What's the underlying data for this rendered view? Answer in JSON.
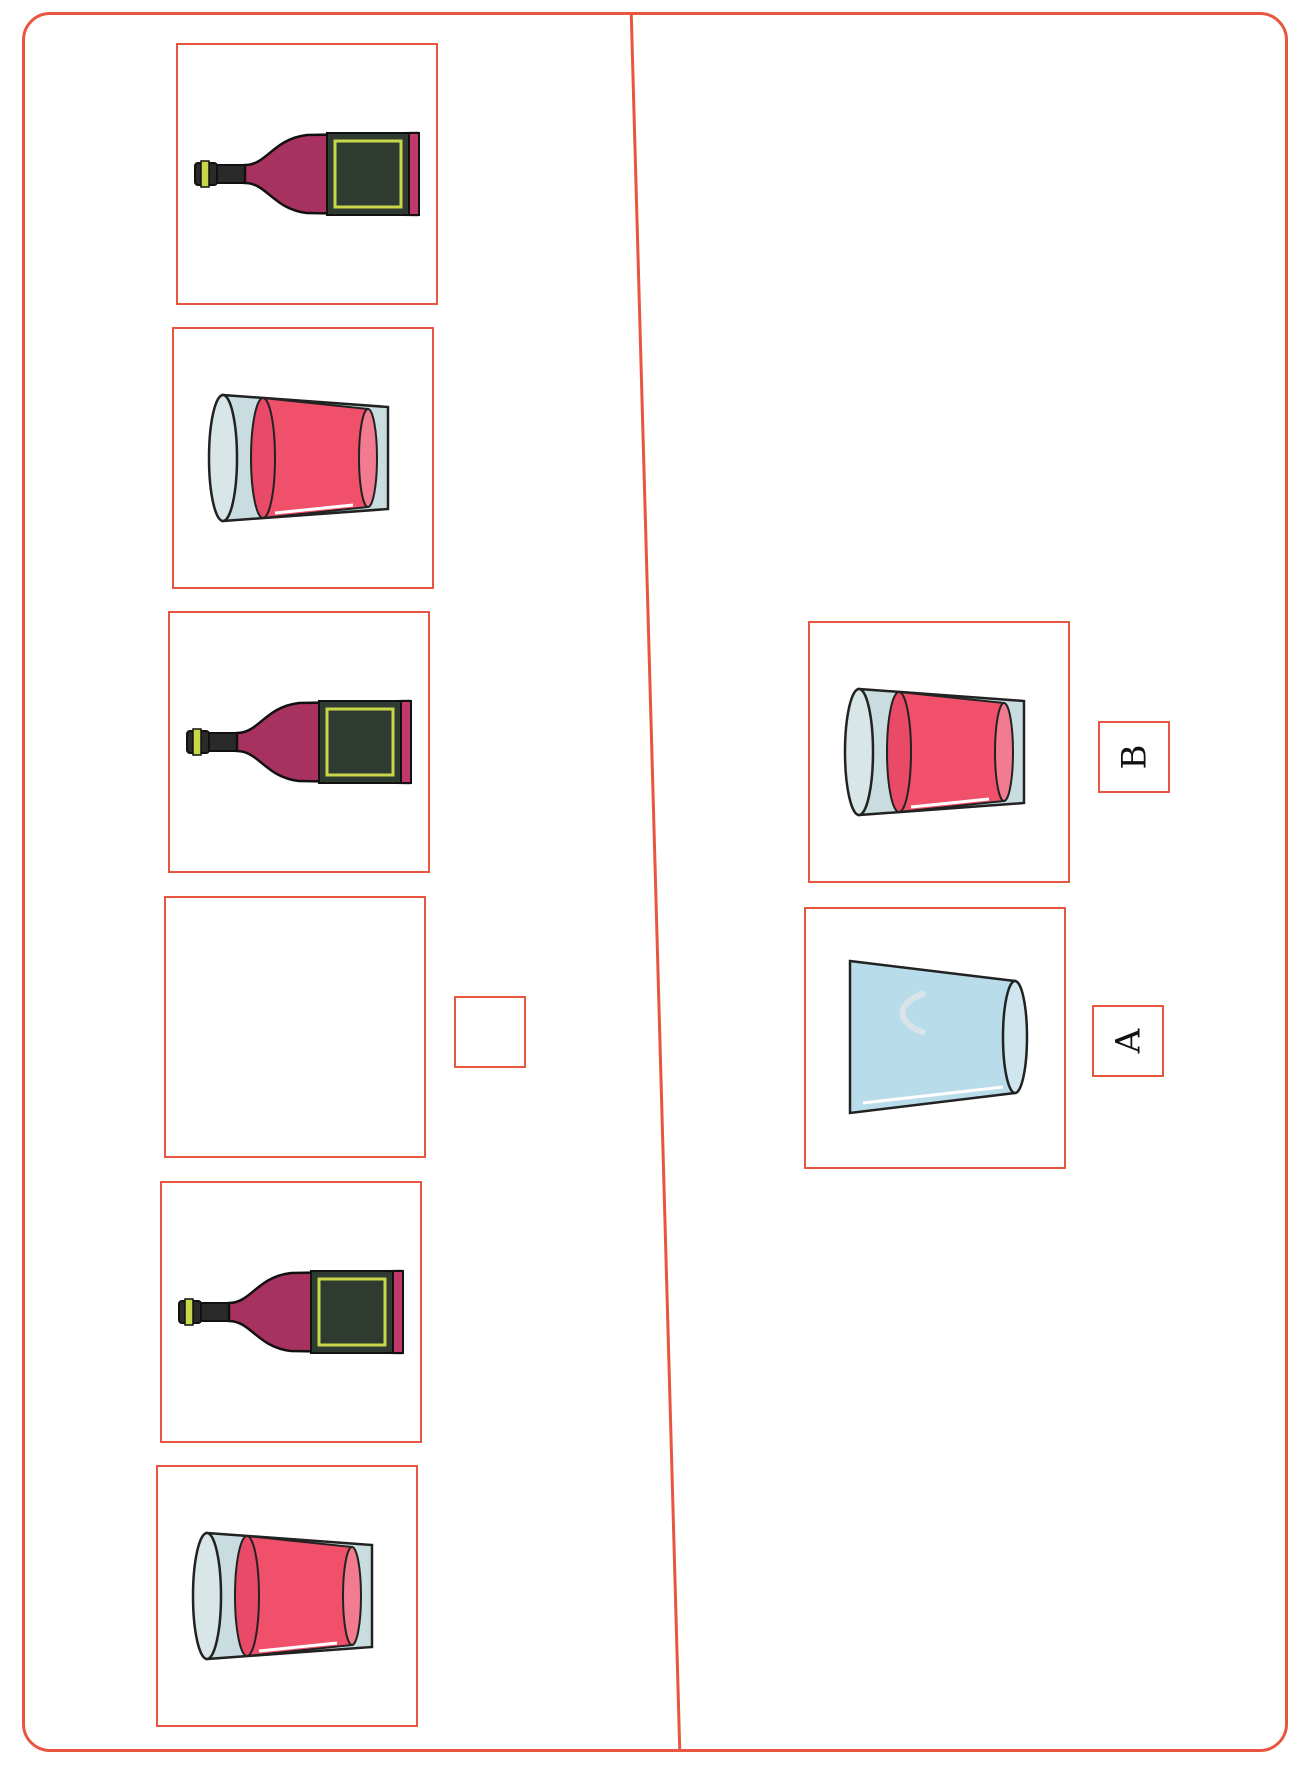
{
  "worksheet": {
    "accent_color": "#e8563f",
    "sequence_items": [
      {
        "icon": "wine-bottle-icon"
      },
      {
        "icon": "juice-glass-icon"
      },
      {
        "icon": "wine-bottle-icon"
      },
      {
        "icon": "empty-slot"
      },
      {
        "icon": "wine-bottle-icon"
      },
      {
        "icon": "juice-glass-icon"
      }
    ],
    "choices": [
      {
        "label": "A",
        "icon": "empty-glass-icon"
      },
      {
        "label": "B",
        "icon": "juice-glass-icon"
      }
    ],
    "colors": {
      "bottle_body": "#a8325f",
      "bottle_label": "#2f3a31",
      "label_border": "#c8d64a",
      "juice": "#f0506a",
      "glass": "#c9dde0",
      "empty_glass": "#b9dcea"
    }
  }
}
